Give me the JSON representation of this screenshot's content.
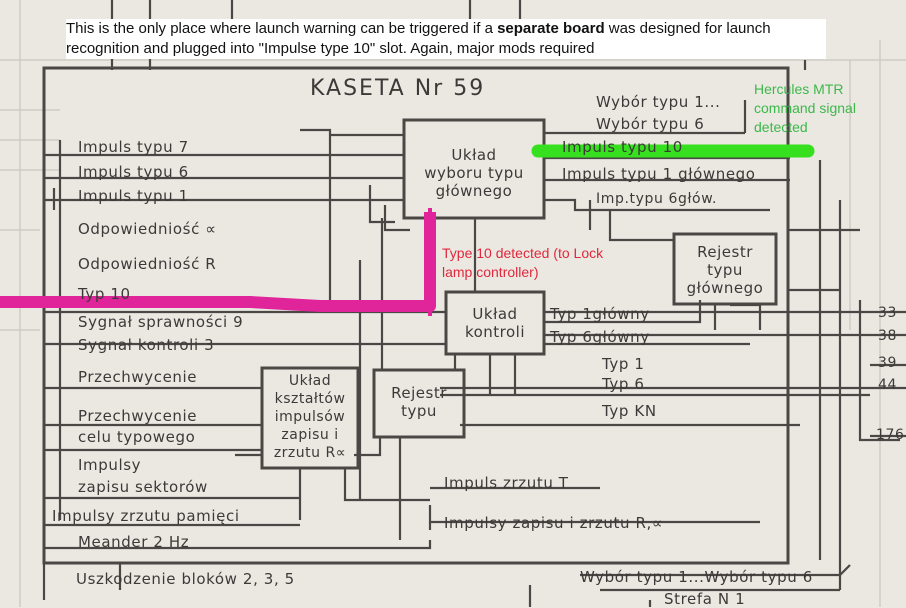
{
  "header_note": {
    "part1": "This is the only place where launch warning can be triggered if a ",
    "bold": "separate board",
    "part2": " was designed for launch recognition and plugged into \"Impulse type 10\" slot. Again, major mods required"
  },
  "annotations": {
    "hercules": "Hercules MTR command signal detected",
    "type10": "Type 10 detected (to Lock lamp controller)"
  },
  "colors": {
    "green_highlight": "#36e01e",
    "magenta_highlight": "#e0259a",
    "green_text": "#3cb84a",
    "red_text": "#e0283c",
    "ink": "#3c3a38"
  },
  "diagram": {
    "title": "KASETA Nr 59",
    "left_inputs": [
      "Impuls typu 7",
      "Impuls typu 6",
      "Impuls typu 1",
      "Odpowiedniość ∝",
      "Odpowiedniość R",
      "Typ 10",
      "Sygnał sprawności 9",
      "Sygnał kontroli 3",
      "Przechwycenie",
      "Przechwycenie",
      "celu typowego",
      "Impulsy",
      "zapisu sektorów",
      "Impulsy zrzutu pamięci",
      "Meander 2 Hz"
    ],
    "blocks": {
      "wyboru": [
        "Układ",
        "wyboru typu",
        "głównego"
      ],
      "kontroli": [
        "Układ",
        "kontroli"
      ],
      "rejestr_typu": [
        "Rejestr",
        "typu"
      ],
      "ksztaltow": [
        "Układ",
        "kształtów",
        "impulsów",
        "zapisu i",
        "zrzutu R∝"
      ],
      "rejestr_glownego": [
        "Rejestr",
        "typu",
        "głównego"
      ]
    },
    "right_labels": [
      "Wybór typu 1...",
      "Wybór typu 6",
      "Impuls typu 10",
      "Impuls typu 1 głównego",
      "Imp.typu 6głów.",
      "Typ 1główny",
      "Typ 6główny",
      "Typ 1",
      "Typ 6",
      "Typ KN"
    ],
    "bottom_labels": [
      "Impuls zrzutu T",
      "Impulsy zapisu i zrzutu R,∝"
    ],
    "outside_labels": [
      "Uszkodzenie bloków 2, 3, 5",
      "Wybór typu 1...Wybór typu 6",
      "Strefa N 1"
    ],
    "pins": [
      "33",
      "38",
      "39",
      "44",
      "176"
    ]
  }
}
